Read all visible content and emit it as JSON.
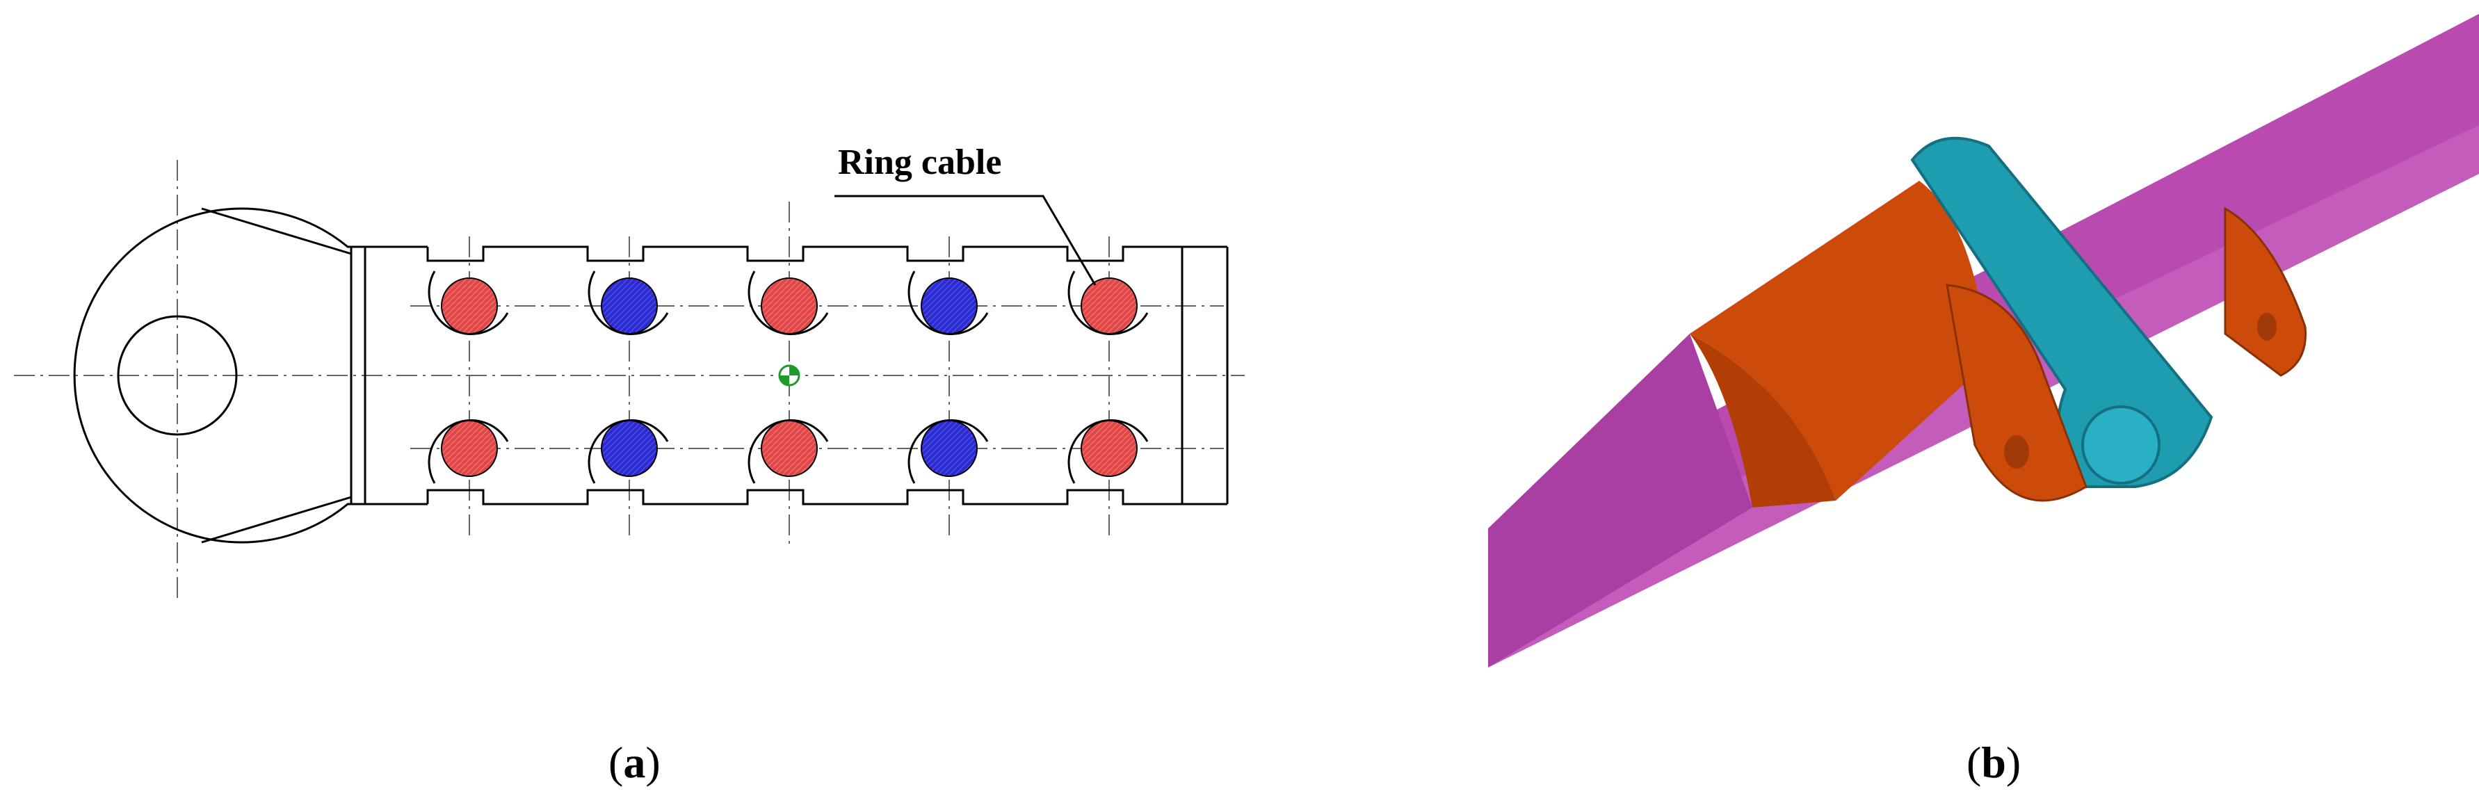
{
  "panel_a": {
    "annotation_label": "Ring cable",
    "caption_open": "(",
    "caption_letter": "a",
    "caption_close": ")",
    "colors": {
      "outline": "#000000",
      "cable_red": "#e04848",
      "cable_blue": "#2b2bd0",
      "center_mark": "#1f9b2e",
      "centerline": "#666666"
    },
    "cable_rows": [
      [
        "red",
        "blue",
        "red",
        "blue",
        "red"
      ],
      [
        "red",
        "blue",
        "red",
        "blue",
        "red"
      ]
    ]
  },
  "panel_b": {
    "caption_open": "(",
    "caption_letter": "b",
    "caption_close": ")",
    "colors": {
      "tube": "#b84ab0",
      "clamp": "#cc4a0a",
      "ring": "#1e9db0"
    }
  }
}
